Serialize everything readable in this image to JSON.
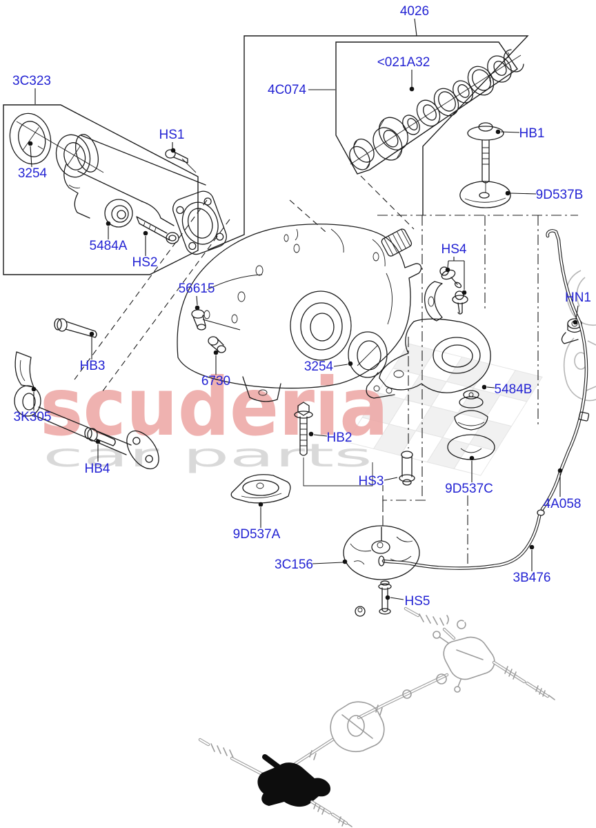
{
  "diagram": {
    "type": "parts-catalog-exploded-view",
    "subject": "front axle / differential with mountings",
    "colors": {
      "label": "#2323d3",
      "line": "#1a1a1a",
      "watermark_brand": "#eda8a6",
      "watermark_sub": "#d9d9d9",
      "checker": "#e6e6e6",
      "context_gray": "#9b9b9b",
      "highlight_black": "#0d0d0d",
      "background": "#ffffff"
    },
    "watermark": {
      "brand": "scuderia",
      "sub": "car parts"
    },
    "labels": {
      "l4026": "4026",
      "l3C323": "3C323",
      "l3254a": "3254",
      "lHS1": "HS1",
      "l4C074": "4C074",
      "l021A32": "<021A32",
      "lHB1": "HB1",
      "l9D537B": "9D537B",
      "l5484A": "5484A",
      "lHS2": "HS2",
      "lHS4": "HS4",
      "lHN1": "HN1",
      "l56615": "56615",
      "l3254b": "3254",
      "l6730": "6730",
      "l5484B": "5484B",
      "l3K305": "3K305",
      "lHB3": "HB3",
      "lHB2": "HB2",
      "lHS3": "HS3",
      "l9D537C": "9D537C",
      "l4A058": "4A058",
      "lHB4": "HB4",
      "l9D537A": "9D537A",
      "l3C156": "3C156",
      "l3B476": "3B476",
      "lHS5": "HS5"
    }
  }
}
